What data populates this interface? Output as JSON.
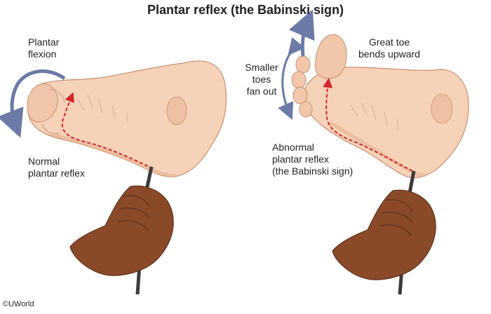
{
  "title": "Plantar reflex (the Babinski sign)",
  "left_panel": {
    "flexion_line1": "Plantar",
    "flexion_line2": "flexion",
    "reflex_line1": "Normal",
    "reflex_line2": "plantar reflex"
  },
  "right_panel": {
    "great_toe_line1": "Great toe",
    "great_toe_line2": "bends upward",
    "smaller_toes_line1": "Smaller",
    "smaller_toes_line2": "toes",
    "smaller_toes_line3": "fan out",
    "reflex_line1": "Abnormal",
    "reflex_line2": "plantar reflex",
    "reflex_line3": "(the Babinski sign)"
  },
  "copyright": "©UWorld",
  "colors": {
    "skin": "#f6d2b8",
    "skin_shadow": "#e8b596",
    "skin_outline": "#c98f72",
    "hand": "#8a4a2a",
    "hand_shadow": "#5e2f17",
    "arrow": "#6b7aa6",
    "dashed_path": "#d4252b",
    "text": "#231f20"
  },
  "icons": {
    "flexion_arrow": "curved-arrow-down-icon",
    "great_toe_arrow": "curved-arrow-up-icon",
    "fan_arrow": "double-headed-curved-arrow-icon",
    "stroke_path": "dashed-path-arrow-icon"
  }
}
